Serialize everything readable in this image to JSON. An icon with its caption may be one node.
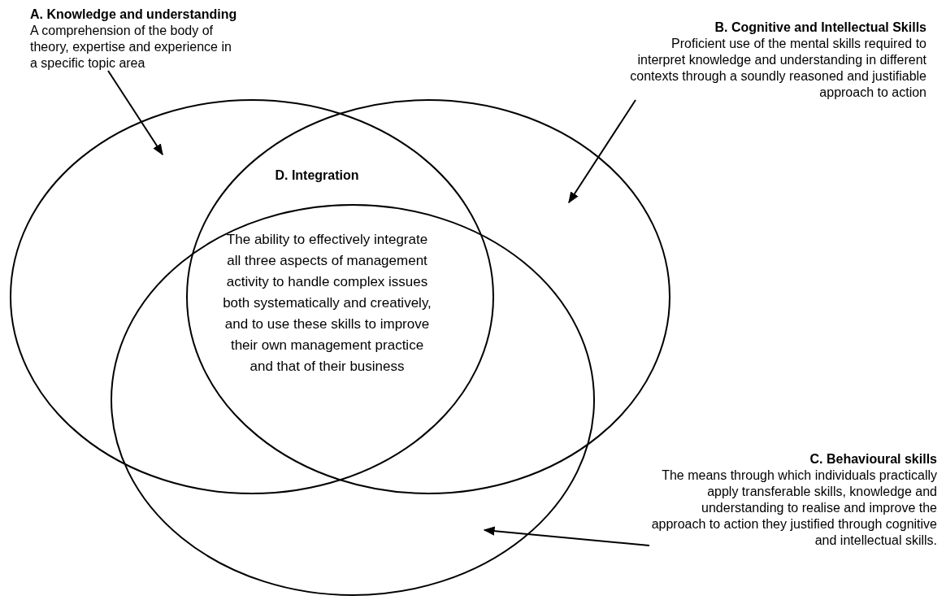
{
  "diagram": {
    "nodes": [
      {
        "text": [
          "A. Knowledge and understanding",
          "A comprehension of the body of theory, expertise and experience in a specific topic area"
        ]
      },
      {
        "text": [],
        "shape": "ellipse"
      },
      {
        "text": [
          "B. Cognitive and Intellectual Skills",
          "Proficient use of the mental skills required to interpret knowledge and understanding in different contexts through a soundly reasoned and justifiable approach to action"
        ]
      },
      {
        "text": [],
        "shape": "ellipse"
      },
      {
        "text": [
          "C. Behavioural skills",
          "The means through which individuals practically apply transferable skills, knowledge and understanding to realise and improve the approach to action they justified through cognitive and intellectual skills."
        ]
      },
      {
        "text": [],
        "shape": "ellipse"
      }
    ],
    "edges": [
      {
        "from": 0,
        "to": 1,
        "arrow": "to"
      },
      {
        "from": 2,
        "to": 3,
        "arrow": "to"
      },
      {
        "from": 4,
        "to": 5,
        "arrow": "to"
      }
    ],
    "labels": [
      "D. Integration",
      "The ability to effectively integrate all three aspects of management activity to handle complex issues both systematically and creatively, and to use these skills to improve their own management practice and that of their business"
    ]
  }
}
